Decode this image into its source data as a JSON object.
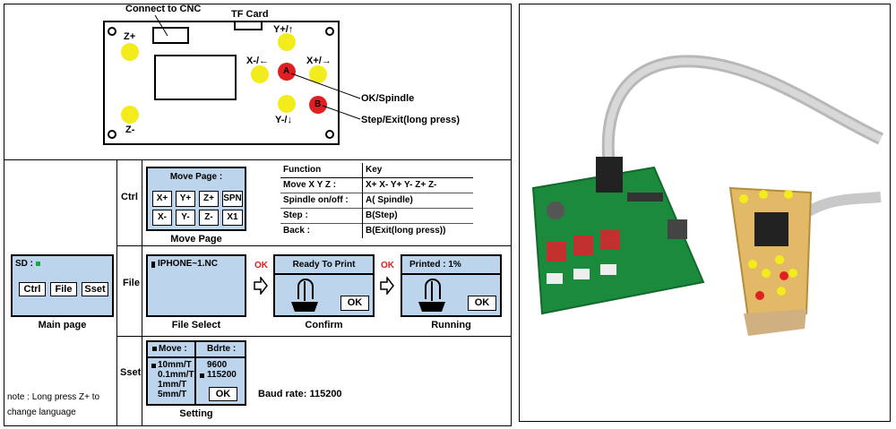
{
  "top_diagram": {
    "connect_label": "Connect to CNC",
    "tf_label": "TF Card",
    "z_plus": "Z+",
    "z_minus": "Z-",
    "y_plus": "Y+/↑",
    "y_minus": "Y-/↓",
    "x_minus": "X-/←",
    "x_plus": "X+/→",
    "btn_a": "A",
    "btn_b": "B",
    "ok_spindle": "OK/Spindle",
    "step_exit": "Step/Exit(long press)"
  },
  "main_page": {
    "sd_label": "SD :",
    "buttons": [
      "Ctrl",
      "File",
      "Sset"
    ],
    "caption": "Main page",
    "note_line1": "note : Long press Z+ to",
    "note_line2": "change language"
  },
  "ctrl": {
    "row_label": "Ctrl",
    "screen_title": "Move Page :",
    "keys_row1": [
      "X+",
      "Y+",
      "Z+",
      "SPN"
    ],
    "keys_row2": [
      "X-",
      "Y-",
      "Z-",
      "X1"
    ],
    "caption": "Move Page",
    "table": {
      "header": [
        "Function",
        "Key"
      ],
      "rows": [
        [
          "Move X Y Z :",
          "X+  X-  Y+  Y-  Z+  Z-"
        ],
        [
          "Spindle on/off :",
          "A( Spindle)"
        ],
        [
          "Step :",
          "B(Step)"
        ],
        [
          "Back :",
          "B(Exit(long press))"
        ]
      ]
    }
  },
  "file": {
    "row_label": "File",
    "file_name": "IPHONE~1.NC",
    "caption_select": "File Select",
    "ok1": "OK",
    "confirm_title": "Ready To Print",
    "confirm_ok": "OK",
    "caption_confirm": "Confirm",
    "ok2": "OK",
    "running_title": "Printed : 1%",
    "running_ok": "OK",
    "caption_running": "Running"
  },
  "sset": {
    "row_label": "Sset",
    "move_header": "Move :",
    "bdrte_header": "Bdrte :",
    "move_options": [
      "10mm/T",
      "0.1mm/T",
      "1mm/T",
      "5mm/T"
    ],
    "baud_options": [
      "9600",
      "115200"
    ],
    "ok": "OK",
    "caption": "Setting",
    "baud_note": "Baud rate: 115200"
  },
  "colors": {
    "yellow_button": "#f2ec1c",
    "red_button": "#e02020",
    "lcd_blue": "#bcd4ec",
    "ok_red": "#e02020"
  }
}
